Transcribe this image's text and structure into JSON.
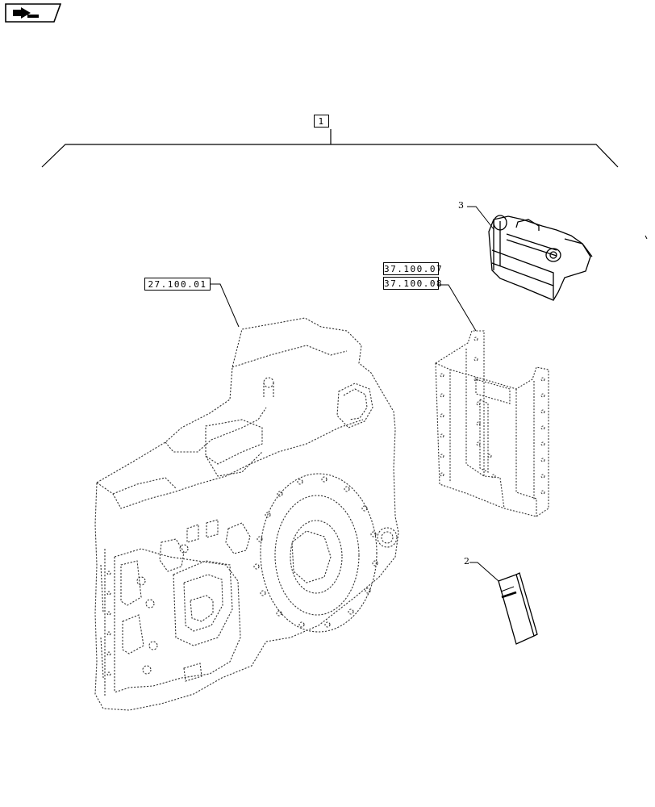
{
  "nav": {
    "icon": "back-to-index-icon"
  },
  "assembly": {
    "item_label": "1"
  },
  "references": {
    "transmission": "27.100.01",
    "hitch_ref_a": "37.100.07",
    "hitch_ref_b": "37.100.08"
  },
  "callouts": {
    "clevis": "3",
    "manual": "2"
  },
  "colors": {
    "line": "#000000",
    "background": "#ffffff"
  }
}
